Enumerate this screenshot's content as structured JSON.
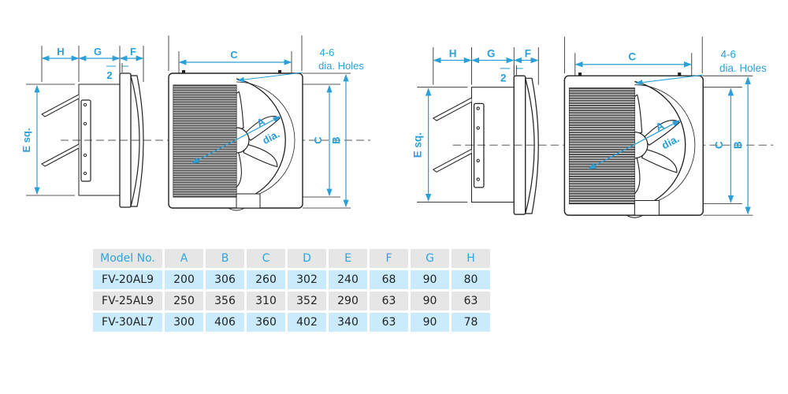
{
  "diagram": {
    "labels": {
      "H": "H",
      "G": "G",
      "F": "F",
      "C": "C",
      "B": "B",
      "A": "A",
      "dia": "dia.",
      "E_sq": "E sq.",
      "two": "2",
      "holes_line1": "4-6",
      "holes_line2": "dia. Holes"
    },
    "colors": {
      "dimension": "#2a9fd8",
      "line": "#222222"
    }
  },
  "table": {
    "headers": [
      "Model No.",
      "A",
      "B",
      "C",
      "D",
      "E",
      "F",
      "G",
      "H"
    ],
    "rows": [
      [
        "FV-20AL9",
        "200",
        "306",
        "260",
        "302",
        "240",
        "68",
        "90",
        "80"
      ],
      [
        "FV-25AL9",
        "250",
        "356",
        "310",
        "352",
        "290",
        "63",
        "90",
        "63"
      ],
      [
        "FV-30AL7",
        "300",
        "406",
        "360",
        "402",
        "340",
        "63",
        "90",
        "78"
      ]
    ],
    "colors": {
      "header_bg": "#e6e6e6",
      "header_text": "#2aa7df",
      "row_blue": "#c9ebfb",
      "row_gray": "#e6e6e6"
    }
  }
}
